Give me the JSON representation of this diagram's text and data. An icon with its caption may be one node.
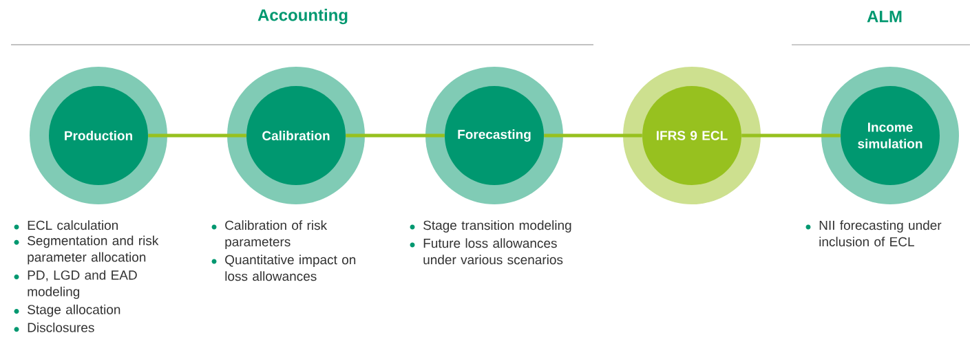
{
  "diagram": {
    "nodes": [
      {
        "text": [
          "Production"
        ],
        "beside": [
          "ECL calculation",
          "Segmentation and risk parameter allocation",
          "PD, LGD and EAD modeling",
          "Stage allocation",
          "Disclosures"
        ]
      },
      {
        "text": [
          "Calibration"
        ],
        "beside": [
          "Calibration of risk parameters",
          "Quantitative impact on loss allowances"
        ]
      },
      {
        "text": [
          "Forecasting"
        ],
        "beside": [
          "Stage transition modeling",
          "Future loss allowances under various scenarios"
        ]
      },
      {
        "text": [
          "IFRS 9 ECL"
        ]
      },
      {
        "text": [
          "Income simulation"
        ],
        "beside": [
          "NII forecasting under inclusion of ECL"
        ]
      }
    ],
    "edges": [
      {
        "from": 0,
        "to": 1,
        "arrow": "none"
      },
      {
        "from": 1,
        "to": 2,
        "arrow": "none"
      },
      {
        "from": 2,
        "to": 3,
        "arrow": "none"
      },
      {
        "from": 3,
        "to": 4,
        "arrow": "none"
      }
    ],
    "labels": [
      "Accounting",
      "ALM"
    ]
  }
}
